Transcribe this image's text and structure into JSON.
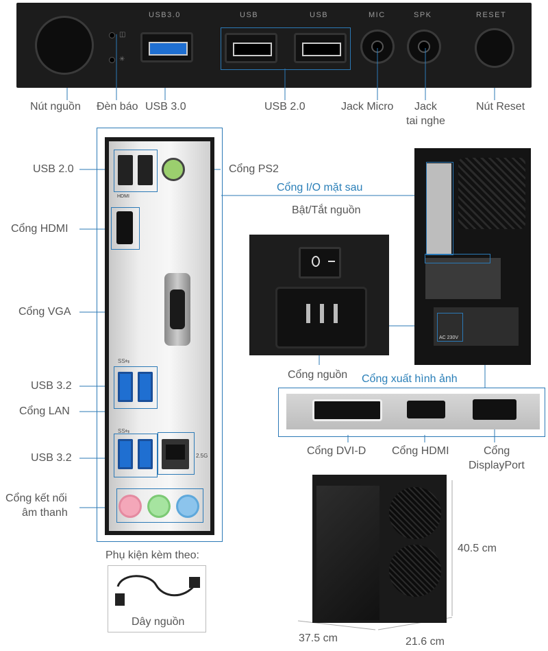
{
  "front_panel": {
    "printed": {
      "usb30": "USB3.0",
      "usb1": "USB",
      "usb2": "USB",
      "mic": "MIC",
      "spk": "SPK",
      "reset": "RESET"
    },
    "labels": {
      "power_button": "Nút nguồn",
      "indicator": "Đèn báo",
      "usb30": "USB 3.0",
      "usb20": "USB 2.0",
      "mic_line1": "Jack Micro",
      "spk_line1": "Jack",
      "spk_line2": "tai nghe",
      "reset": "Nút Reset"
    }
  },
  "rear_io": {
    "labels": {
      "usb20": "USB 2.0",
      "ps2": "Cổng PS2",
      "hdmi": "Cổng HDMI",
      "vga": "Cổng VGA",
      "usb32_a": "USB 3.2",
      "lan": "Cổng LAN",
      "usb32_b": "USB 3.2",
      "audio_line1": "Cổng kết nối",
      "audio_line2": "âm thanh"
    },
    "printed": {
      "hdmi": "HDMI",
      "ss1": "SS⇆",
      "ss2": "SS⇆",
      "lan_speed": "2.5G"
    }
  },
  "case_back": {
    "io_title": "Cổng I/O mặt sau",
    "power_switch": "Bật/Tắt nguồn",
    "power_port": "Cổng nguồn",
    "video_title": "Cổng xuất hình ảnh",
    "psu_printed": "AC 230V"
  },
  "gpu": {
    "dvi": "Cổng DVI-D",
    "hdmi": "Cổng HDMI",
    "dp_line1": "Cổng",
    "dp_line2": "DisplayPort"
  },
  "accessories": {
    "title": "Phụ kiện kèm theo:",
    "item": "Dây nguồn"
  },
  "dimensions": {
    "height": "40.5 cm",
    "depth": "37.5 cm",
    "width": "21.6 cm"
  }
}
